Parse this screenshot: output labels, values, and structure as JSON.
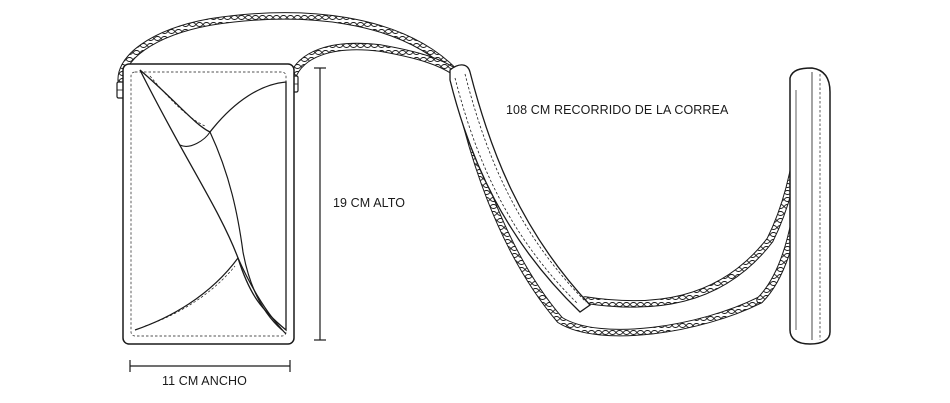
{
  "dimensions": {
    "strap_length": "108 CM RECORRIDO DE LA CORREA",
    "height": "19 CM ALTO",
    "width": "11 CM ANCHO"
  },
  "colors": {
    "line": "#1a1a1a",
    "background": "#ffffff"
  }
}
